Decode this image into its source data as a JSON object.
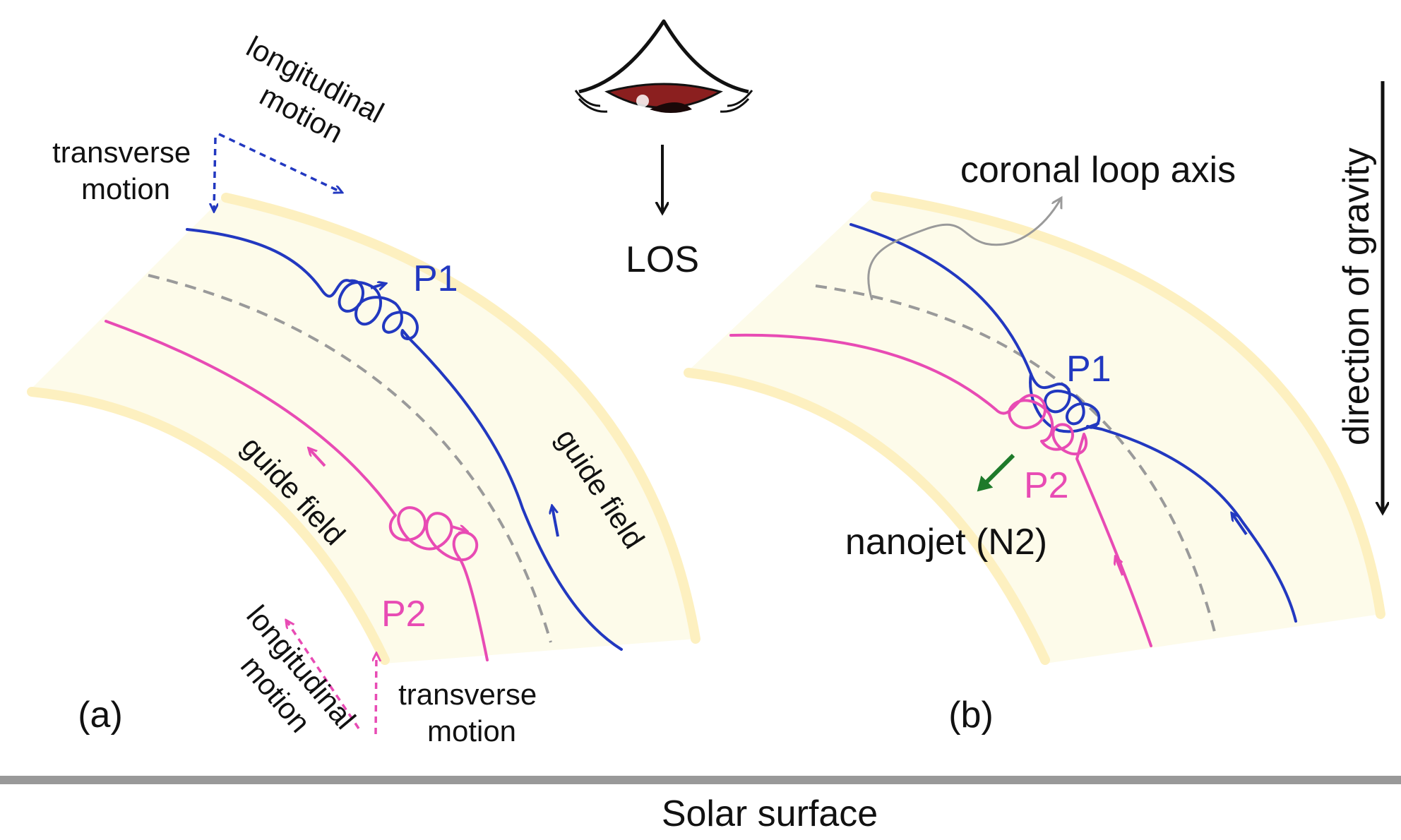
{
  "panels": {
    "a": {
      "label": "(a)",
      "longitudinal_top": [
        "longitudinal",
        "motion"
      ],
      "transverse_top": [
        "transverse",
        "motion"
      ],
      "p1": "P1",
      "p2": "P2",
      "guide_field_left": "guide field",
      "guide_field_right": "guide field",
      "longitudinal_bottom": [
        "longitudinal",
        "motion"
      ],
      "transverse_bottom": [
        "transverse",
        "motion"
      ]
    },
    "b": {
      "label": "(b)",
      "coronal_loop_axis": "coronal loop axis",
      "p1": "P1",
      "p2": "P2",
      "nanojet": "nanojet (N2)"
    }
  },
  "los": "LOS",
  "gravity": "direction of gravity",
  "solar_surface": "Solar surface",
  "colors": {
    "loop_fill": "#fdfbea",
    "loop_edge": "#fdf0c0",
    "p1_strand": "#2238c0",
    "p2_strand": "#e84bb4",
    "axis_dash": "#9a9a9a",
    "nanojet_arrow": "#1e7a2a",
    "surface_line": "#999999",
    "eye_iris": "#8b1f1f"
  },
  "icons": [
    "eye-icon"
  ]
}
